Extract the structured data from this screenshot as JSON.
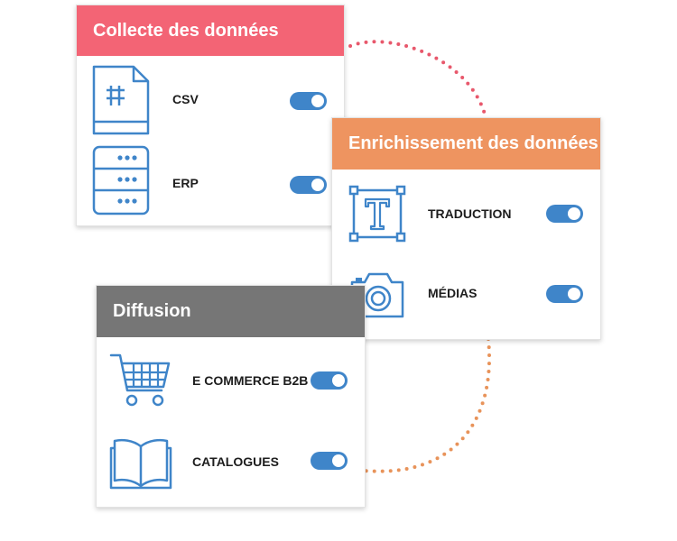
{
  "colors": {
    "collecte_header": "#f36475",
    "enrichissement_header": "#ee9460",
    "diffusion_header": "#767676",
    "toggle_on": "#3f85c9",
    "icon_stroke": "#3f85c9",
    "dots_pink": "#e8586c",
    "dots_orange": "#e8935a"
  },
  "collecte": {
    "title": "Collecte des données",
    "items": [
      {
        "label": "CSV",
        "icon": "spreadsheet-file-icon",
        "enabled": true
      },
      {
        "label": "ERP",
        "icon": "server-icon",
        "enabled": true
      }
    ]
  },
  "enrichissement": {
    "title": "Enrichissement des données",
    "items": [
      {
        "label": "TRADUCTION",
        "icon": "text-frame-icon",
        "enabled": true
      },
      {
        "label": "MÉDIAS",
        "icon": "camera-icon",
        "enabled": true
      }
    ]
  },
  "diffusion": {
    "title": "Diffusion",
    "items": [
      {
        "label": "E COMMERCE B2B",
        "icon": "shopping-cart-icon",
        "enabled": true
      },
      {
        "label": "CATALOGUES",
        "icon": "open-book-icon",
        "enabled": true
      }
    ]
  }
}
